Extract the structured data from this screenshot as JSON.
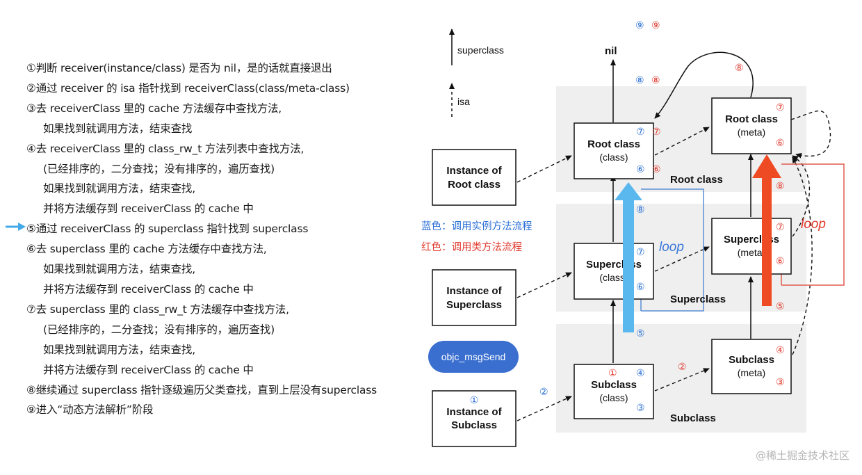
{
  "steps": [
    {
      "text": "①判断 receiver(instance/class) 是否为 nil，是的话就直接退出",
      "indent": false
    },
    {
      "text": "②通过 receiver 的 isa 指针找到 receiverClass(class/meta-class)",
      "indent": false
    },
    {
      "text": "③去 receiverClass 里的 cache 方法缓存中查找方法,",
      "indent": false
    },
    {
      "text": "如果找到就调用方法，结束查找",
      "indent": true
    },
    {
      "text": "④去 receiverClass 里的 class_rw_t 方法列表中查找方法,",
      "indent": false
    },
    {
      "text": "(已经排序的，二分查找；没有排序的，遍历查找)",
      "indent": true
    },
    {
      "text": "如果找到就调用方法，结束查找,",
      "indent": true
    },
    {
      "text": "并将方法缓存到 receiverClass 的 cache 中",
      "indent": true
    },
    {
      "text": "⑤通过 receiverClass 的 superclass 指针找到 superclass",
      "indent": false
    },
    {
      "text": "⑥去 superclass 里的 cache 方法缓存中查找方法,",
      "indent": false
    },
    {
      "text": "如果找到就调用方法，结束查找,",
      "indent": true
    },
    {
      "text": "并将方法缓存到 receiverClass 的 cache 中",
      "indent": true
    },
    {
      "text": "⑦去 superclass 里的 class_rw_t 方法缓存中查找方法,",
      "indent": false
    },
    {
      "text": "(已经排序的，二分查找；没有排序的，遍历查找)",
      "indent": true
    },
    {
      "text": "如果找到就调用方法，结束查找,",
      "indent": true
    },
    {
      "text": "并将方法缓存到 receiverClass 的 cache 中",
      "indent": true
    },
    {
      "text": "⑧继续通过 superclass 指针逐级遍历父类查找，直到上层没有superclass",
      "indent": false
    },
    {
      "text": "⑨进入“动态方法解析”阶段",
      "indent": false
    }
  ],
  "current_step_marker": "arrow-right-icon",
  "diagram": {
    "legend": {
      "superclass": "superclass",
      "isa": "isa"
    },
    "nil": "nil",
    "top_markers": {
      "blue9": "⑨",
      "red9": "⑨",
      "blue8": "⑧",
      "red8": "⑧"
    },
    "instances": {
      "root": [
        "Instance of",
        "Root class"
      ],
      "super": [
        "Instance of",
        "Superclass"
      ],
      "sub": [
        "Instance of",
        "Subclass"
      ],
      "sub_marker": "①",
      "sub_isa_marker": "②"
    },
    "root_class": {
      "title": "Root class",
      "subtitle": "(class)",
      "blue_top": "⑦",
      "red_top": "⑦",
      "blue_bottom": "⑥",
      "red_bottom": "⑥"
    },
    "root_meta": {
      "title": "Root class",
      "subtitle": "(meta)",
      "red_top": "⑦",
      "red_bottom": "⑥",
      "red_side": "⑧",
      "red_link": "⑧"
    },
    "super_class": {
      "title": "Superclass",
      "subtitle": "(class)",
      "blue_top": "⑦",
      "blue_bottom": "⑥",
      "blue_side": "⑧"
    },
    "super_meta": {
      "title": "Superclass",
      "subtitle": "(meta)",
      "red_top": "⑦",
      "red_bottom": "⑥",
      "red_below": "⑤"
    },
    "sub_class": {
      "title": "Subclass",
      "subtitle": "(class)",
      "red_top": "①",
      "blue_top": "④",
      "blue_bottom": "③",
      "blue_below": "⑤"
    },
    "sub_meta": {
      "title": "Subclass",
      "subtitle": "(meta)",
      "red_top": "④",
      "red_bottom": "③",
      "red_link": "②"
    },
    "sections": {
      "root": "Root class",
      "super": "Superclass",
      "sub": "Subclass"
    },
    "loop_blue": "loop",
    "loop_red": "loop",
    "note_blue": "蓝色：调用实例方法流程",
    "note_red": "红色：调用类方法流程",
    "pill": "objc_msgSend",
    "colors": {
      "blue": "#2a6fd6",
      "red": "#e03a2e",
      "light_blue_arrow": "#5bb8ee",
      "orange_arrow": "#ee4b24",
      "pill": "#3a6fd0",
      "band": "#efefef"
    }
  },
  "watermark": "@稀土掘金技术社区"
}
